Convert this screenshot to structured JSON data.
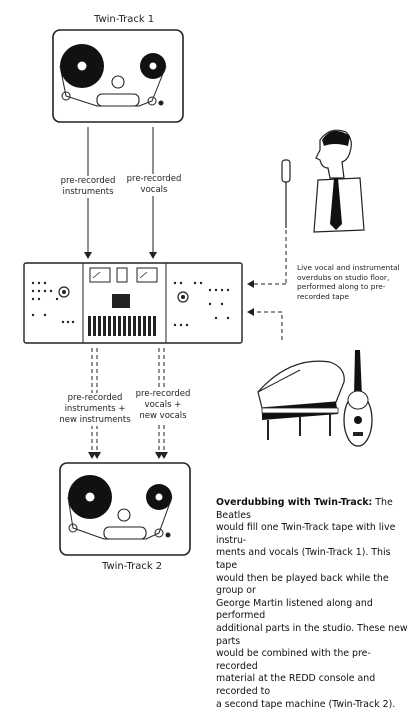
{
  "diagram": {
    "top_deck": {
      "title": "Twin-Track 1"
    },
    "bottom_deck": {
      "title": "Twin-Track 2"
    },
    "arrow_labels": {
      "left_in": [
        "pre-recorded",
        "instruments"
      ],
      "right_in": [
        "pre-recorded",
        "vocals"
      ],
      "left_out": [
        "pre-recorded",
        "instruments +",
        "new instruments"
      ],
      "right_out": [
        "pre-recorded",
        "vocals +",
        "new vocals"
      ]
    },
    "side_note": [
      "Live vocal and instrumental",
      "overdubs on studio floor,",
      "performed along to pre-",
      "recorded tape"
    ],
    "caption": {
      "heading": "Overdubbing with Twin-Track:",
      "lines": [
        "The Beatles",
        "would fill one Twin-Track tape with live instru-",
        "ments and vocals (Twin-Track 1). This tape",
        "would then be played back while the group or",
        "George Martin listened along and performed",
        "additional parts in the studio. These new parts",
        "would be combined with the pre-recorded",
        "material at the REDD console and recorded to",
        "a second tape machine (Twin-Track 2)."
      ]
    }
  }
}
